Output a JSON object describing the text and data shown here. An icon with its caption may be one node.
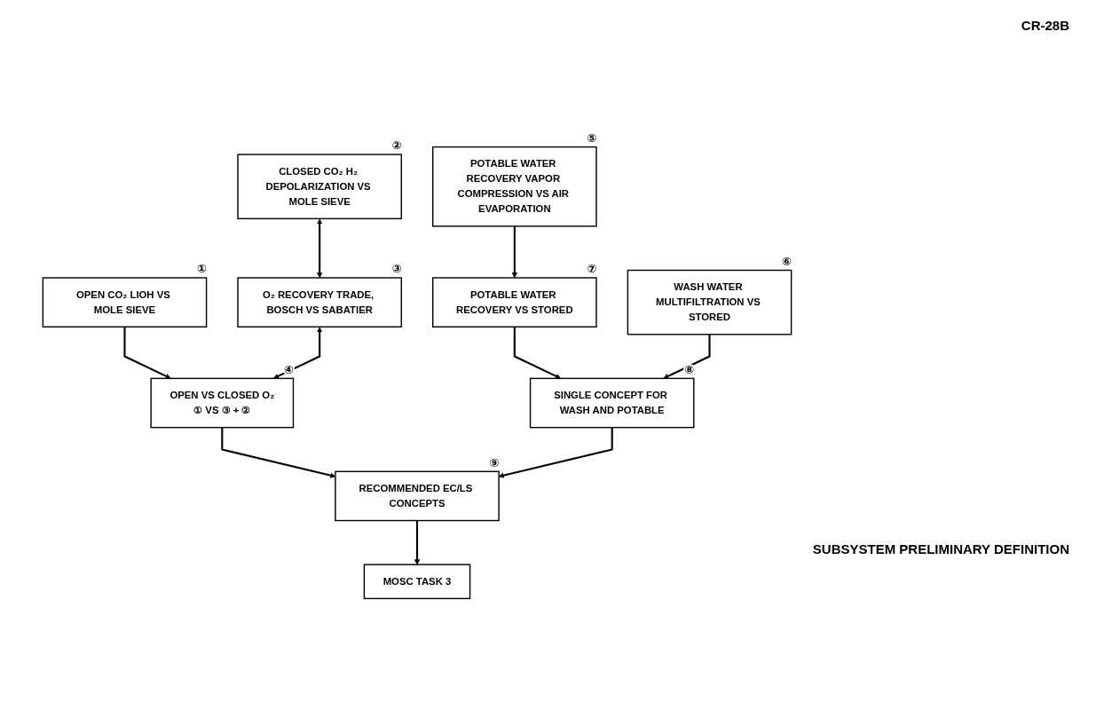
{
  "diagram": {
    "nodes": [
      {
        "text": [
          "OPEN CO₂ LIOH VS MOLE SIEVE"
        ],
        "beside": [
          "①"
        ]
      },
      {
        "text": [
          "CLOSED CO₂ H₂ DEPOLARIZATION VS MOLE SIEVE"
        ],
        "beside": [
          "②"
        ]
      },
      {
        "text": [
          "O₂ RECOVERY TRADE, BOSCH VS SABATIER"
        ],
        "beside": [
          "③"
        ]
      },
      {
        "text": [
          "OPEN VS CLOSED O₂",
          "① VS ③ + ②"
        ],
        "beside": [
          "④"
        ]
      },
      {
        "text": [
          "POTABLE WATER RECOVERY VAPOR COMPRESSION VS AIR EVAPORATION"
        ],
        "beside": [
          "⑤"
        ]
      },
      {
        "text": [
          "WASH WATER MULTIFILTRATION VS STORED"
        ],
        "beside": [
          "⑥"
        ]
      },
      {
        "text": [
          "POTABLE WATER RECOVERY VS STORED"
        ],
        "beside": [
          "⑦"
        ]
      },
      {
        "text": [
          "SINGLE CONCEPT FOR WASH AND POTABLE"
        ],
        "beside": [
          "⑧"
        ]
      },
      {
        "text": [
          "RECOMMENDED EC/LS CONCEPTS"
        ],
        "beside": [
          "⑨"
        ]
      },
      {
        "text": [
          "MOSC TASK 3"
        ]
      }
    ],
    "edges": [
      {
        "from": 0,
        "to": 3,
        "arrow": "to"
      },
      {
        "from": 1,
        "to": 2,
        "arrow": "both"
      },
      {
        "from": 2,
        "to": 3,
        "arrow": "both"
      },
      {
        "from": 4,
        "to": 6,
        "arrow": "to"
      },
      {
        "from": 6,
        "to": 7,
        "arrow": "to"
      },
      {
        "from": 5,
        "to": 7,
        "arrow": "to"
      },
      {
        "from": 3,
        "to": 8,
        "arrow": "to"
      },
      {
        "from": 7,
        "to": 8,
        "arrow": "to"
      },
      {
        "from": 8,
        "to": 9,
        "arrow": "to"
      }
    ],
    "labels": [
      "CR-28B",
      "SUBSYSTEM PRELIMINARY DEFINITION"
    ]
  }
}
